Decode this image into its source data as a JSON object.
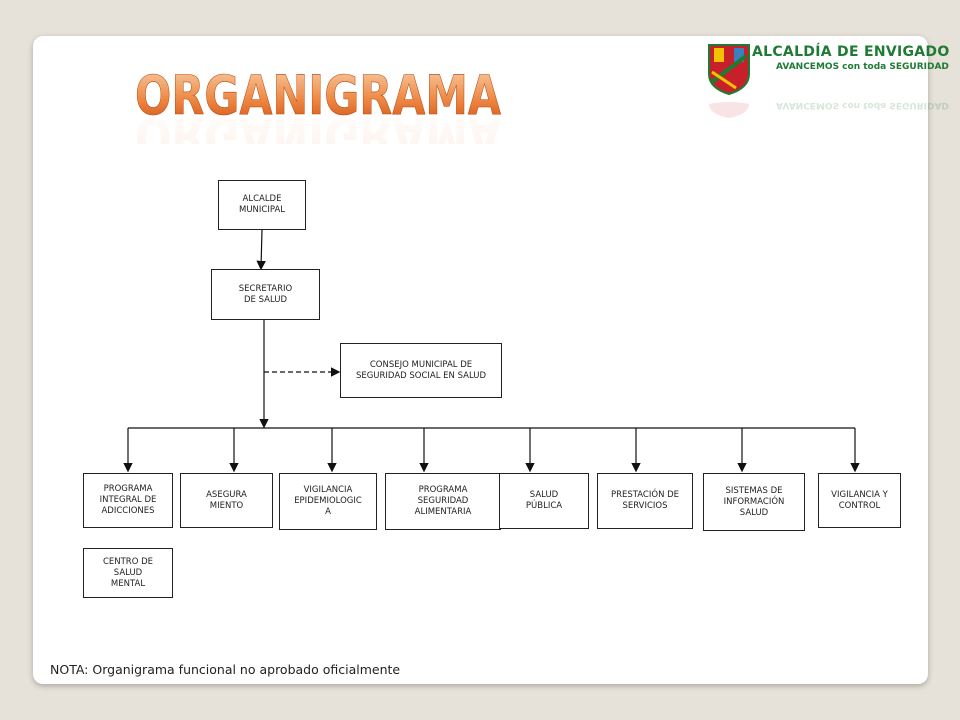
{
  "title": "ORGANIGRAMA",
  "logo": {
    "name": "ALCALDÍA DE ENVIGADO",
    "slogan": "AVANCEMOS con toda SEGURIDAD"
  },
  "nodes": {
    "alcalde": "ALCALDE\nMUNICIPAL",
    "secretario": "SECRETARIO\nDE SALUD",
    "consejo": "CONSEJO MUNICIPAL DE\nSEGURIDAD SOCIAL EN SALUD",
    "programa_adicciones": "PROGRAMA\nINTEGRAL DE\nADICCIONES",
    "asegura": "ASEGURA\nMIENTO",
    "vigilancia_epi": "VIGILANCIA\nEPIDEMIOLOGIC\nA",
    "programa_seguridad": "PROGRAMA\nSEGURIDAD\nALIMENTARIA",
    "salud_publica": "SALUD\nPÚBLICA",
    "prestacion": "PRESTACIÓN DE\nSERVICIOS",
    "sistemas": "SISTEMAS DE\nINFORMACIÓN\nSALUD",
    "vigilancia_control": "VIGILANCIA Y\nCONTROL",
    "centro": "CENTRO DE\nSALUD\nMENTAL"
  },
  "note": "NOTA: Organigrama funcional no aprobado oficialmente",
  "colors": {
    "title_top": "#f5c9a0",
    "title_bottom": "#d9530f",
    "logo_green": "#1f7a33",
    "logo_red": "#c8202a",
    "logo_yellow": "#f2c200"
  }
}
